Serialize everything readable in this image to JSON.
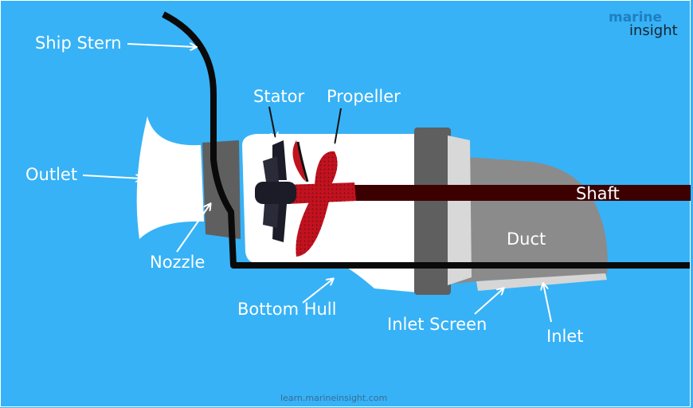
{
  "colors": {
    "background": "#37b2f6",
    "hull": "#0a0a0a",
    "body": "#ffffff",
    "flange": "#5f5f5f",
    "duct": "#8b8b8b",
    "shaft": "#3d0000",
    "propeller": "#c1121f",
    "stator": "#1c1c28",
    "label": "#ffffff"
  },
  "labels": {
    "ship_stern": "Ship Stern",
    "outlet": "Outlet",
    "nozzle": "Nozzle",
    "stator": "Stator",
    "propeller": "Propeller",
    "shaft": "Shaft",
    "duct": "Duct",
    "bottom_hull": "Bottom Hull",
    "inlet_screen": "Inlet Screen",
    "inlet": "Inlet"
  },
  "logo": {
    "line1": "marine",
    "line2": "insight"
  },
  "footer": {
    "url": "learn.marineinsight.com"
  }
}
